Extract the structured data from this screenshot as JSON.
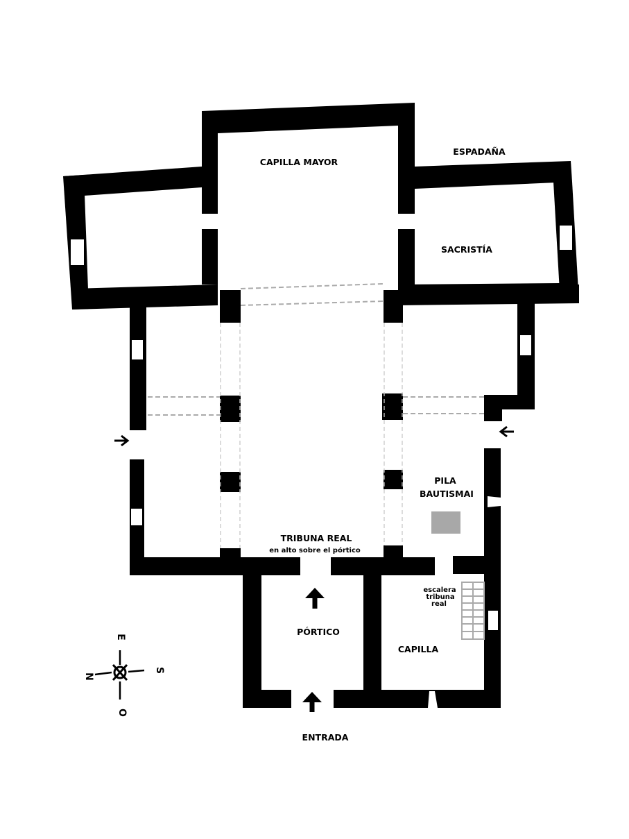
{
  "labels": {
    "capilla_mayor": "CAPILLA MAYOR",
    "espadana": "ESPADAÑA",
    "sacristia": "SACRISTÍA",
    "pila_line1": "PILA",
    "pila_line2": "BAUTISMAI",
    "tribuna_real": "TRIBUNA REAL",
    "tribuna_sub": "en alto sobre el pórtico",
    "escalera_line1": "escalera",
    "escalera_line2": "tribuna",
    "escalera_line3": "real",
    "portico": "PÓRTICO",
    "capilla": "CAPILLA",
    "entrada": "ENTRADA"
  },
  "compass": {
    "north": "N",
    "south": "S",
    "east": "E",
    "west": "O"
  },
  "colors": {
    "wall": "#000000",
    "font_basin": "#a8a8a8",
    "dashed_lines": "#aaaaaa",
    "stairs": "#aaaaaa"
  },
  "icons": [
    "arrow-right-icon",
    "arrow-left-icon",
    "arrow-up-icon",
    "compass-rose-icon"
  ]
}
